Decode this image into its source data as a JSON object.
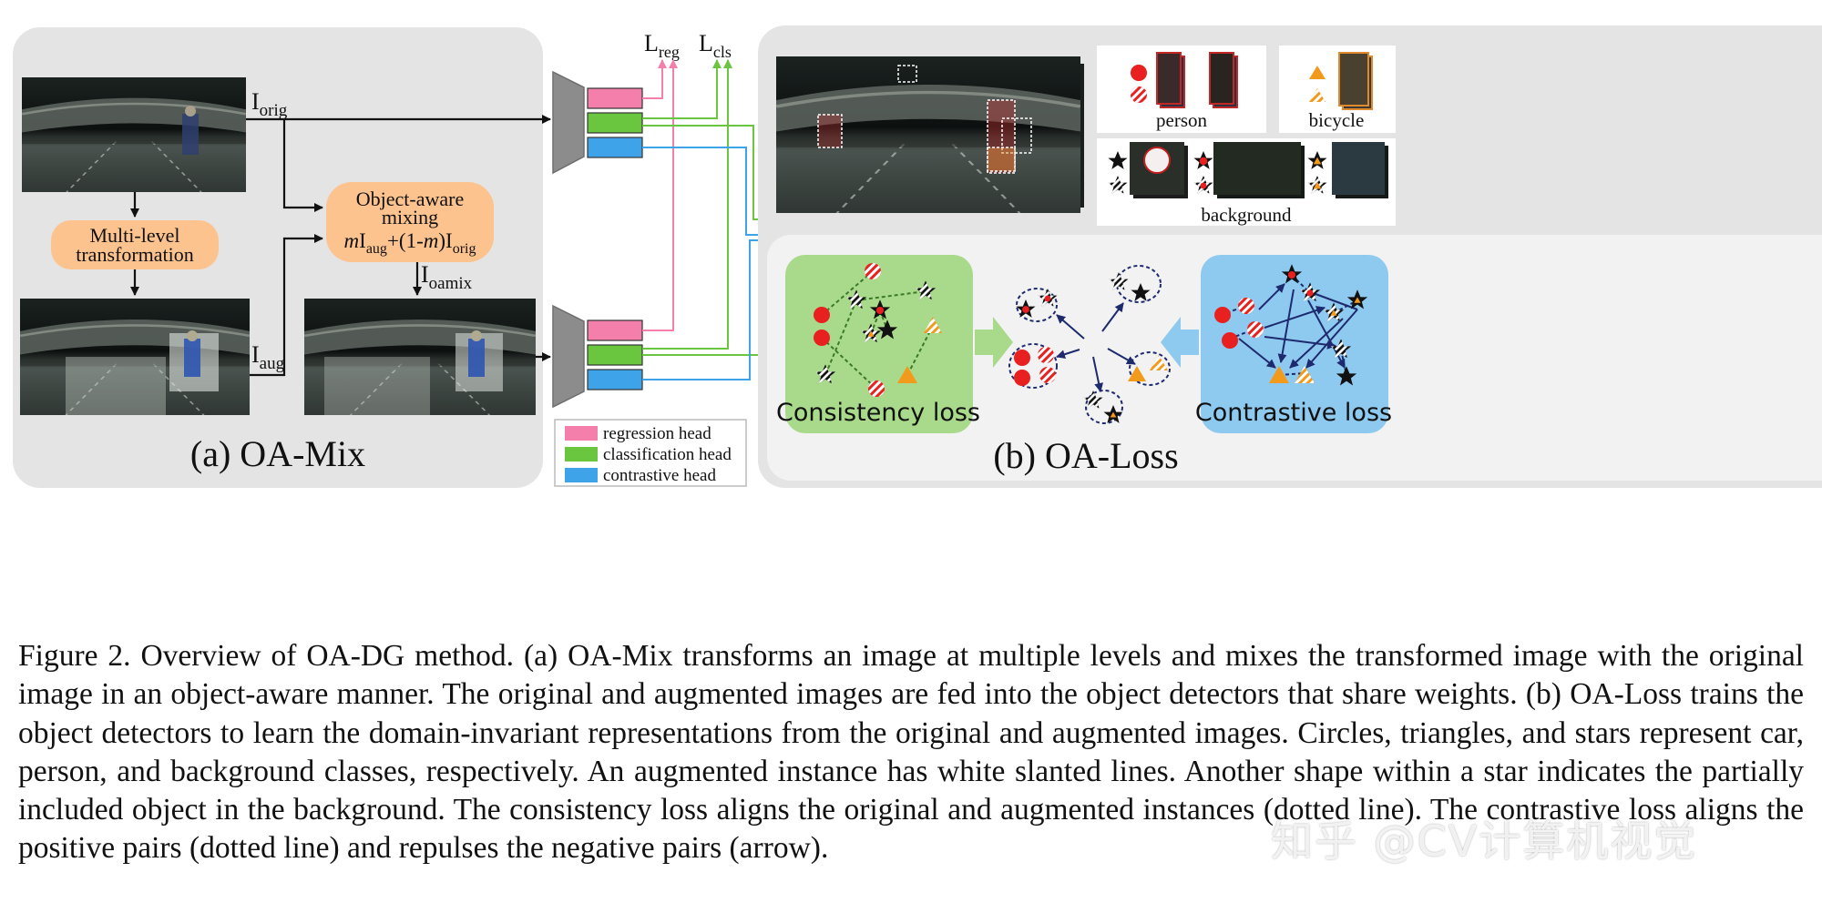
{
  "figure": {
    "oamix": {
      "title": "(a) OA-Mix",
      "label_orig": "orig",
      "label_aug": "aug",
      "label_oamix": "oamix",
      "multi_level_line1": "Multi-level",
      "multi_level_line2": "transformation",
      "mixing_line1": "Object-aware",
      "mixing_line2": "mixing",
      "formula_m1": "m",
      "formula_aug": "aug",
      "formula_middle": "+(1-",
      "formula_m2": "m",
      "formula_close": ")I",
      "formula_orig": "orig"
    },
    "losses": {
      "reg_sub": "reg",
      "cls_sub": "cls"
    },
    "legend": {
      "regression": "regression head",
      "classification": "classification head",
      "contrastive": "contrastive head"
    },
    "oaloss": {
      "title": "(b) OA-Loss",
      "consistency": "Consistency loss",
      "contrastive": "Contrastive loss",
      "person": "person",
      "bicycle": "bicycle",
      "background": "background"
    },
    "colors": {
      "regression": "#f47fab",
      "classification": "#6ac63f",
      "contrastive": "#3fa3ea",
      "orange_box": "#fcc38f",
      "green_panel": "#a9d98a",
      "blue_panel": "#8ec9ef",
      "panel_gray": "#e4e4e4",
      "red_marker": "#e82020",
      "orange_marker": "#f29a1c"
    }
  },
  "caption": {
    "text": "Figure 2. Overview of OA-DG method. (a) OA-Mix transforms an image at multiple levels and mixes the transformed image with the original image in an object-aware manner. The original and augmented images are fed into the object detectors that share weights. (b) OA-Loss trains the object detectors to learn the domain-invariant representations from the original and augmented images. Circles, triangles, and stars represent car, person, and background classes, respectively. An augmented instance has white slanted lines. Another shape within a star indicates the partially included object in the background. The consistency loss aligns the original and augmented instances (dotted line). The contrastive loss aligns the positive pairs (dotted line) and repulses the negative pairs (arrow)."
  },
  "watermark": "知乎 @CV计算机视觉"
}
